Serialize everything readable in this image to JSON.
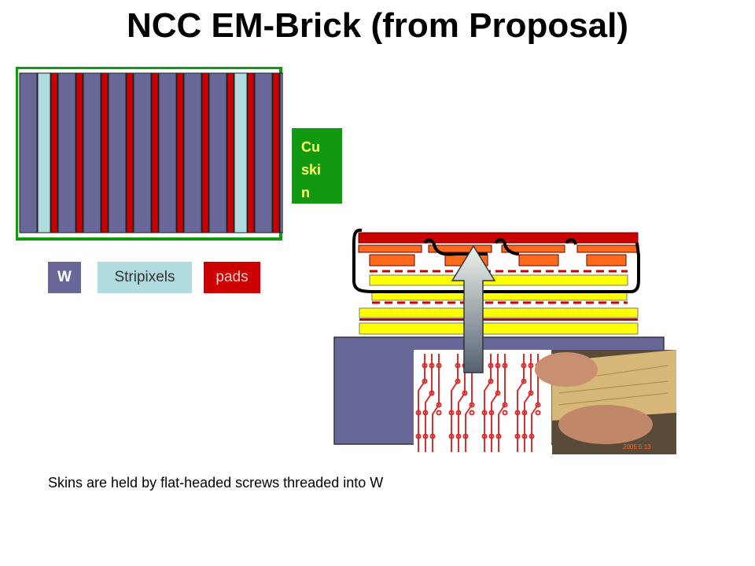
{
  "slide": {
    "title": "NCC EM-Brick (from Proposal)",
    "caption": "Skins are held by flat-headed screws threaded into W"
  },
  "cu_skin": {
    "lines": [
      "Cu",
      "ski",
      "n"
    ],
    "color": "#119911",
    "text_color": "#ffff66"
  },
  "legend": {
    "w_label": "W",
    "stripixels_label": "Stripixels",
    "pads_label": "pads"
  },
  "photo": {
    "date_stamp": "2005 5 13"
  },
  "colors": {
    "tungsten": "#686898",
    "stripixel": "#b0dce0",
    "pad": "#cc0000",
    "skin": "#119911",
    "yellow_layer": "#ffff00",
    "orange_pad": "#ff6a1a"
  }
}
